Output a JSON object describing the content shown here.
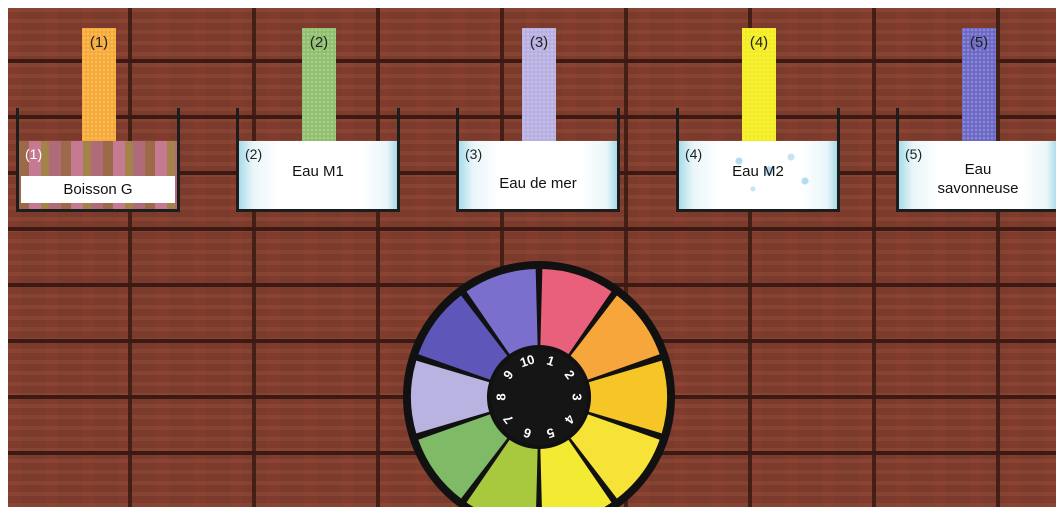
{
  "scene": {
    "strips": [
      {
        "label": "(1)",
        "color": "#f7a935"
      },
      {
        "label": "(2)",
        "color": "#8fbf6e"
      },
      {
        "label": "(3)",
        "color": "#b7aee0"
      },
      {
        "label": "(4)",
        "color": "#f4ec1c"
      },
      {
        "label": "(5)",
        "color": "#6b67c6"
      }
    ],
    "beakers": [
      {
        "number": "(1)",
        "label": "Boisson  G"
      },
      {
        "number": "(2)",
        "label": "Eau  M1"
      },
      {
        "number": "(3)",
        "label": "Eau de mer"
      },
      {
        "number": "(4)",
        "label": "Eau  M2"
      },
      {
        "number": "(5)",
        "label": "Eau\nsavonneuse"
      }
    ]
  },
  "ph_scale": {
    "numbers": [
      "1",
      "2",
      "3",
      "4",
      "5",
      "6",
      "7",
      "8",
      "9",
      "10"
    ],
    "colors": [
      "#e8607c",
      "#f6a63a",
      "#f5c626",
      "#f7e338",
      "#f2ea33",
      "#a8c83e",
      "#7fba66",
      "#b9b3e2",
      "#5e57b9",
      "#7a6fcc"
    ]
  }
}
